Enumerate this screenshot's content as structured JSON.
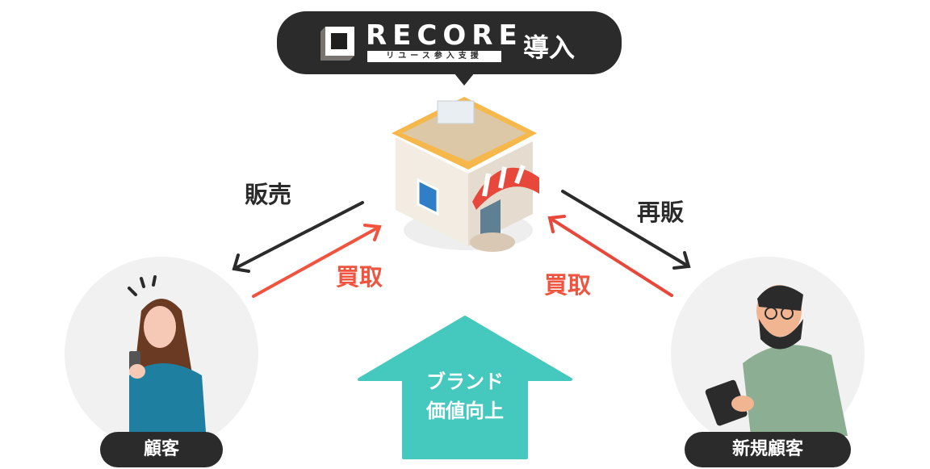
{
  "header": {
    "logo_text": "RECORE",
    "logo_subtitle": "リユース参入支援",
    "title": "導入"
  },
  "flows": {
    "sell": "販売",
    "buy_left": "買取",
    "resell": "再販",
    "buy_right": "買取"
  },
  "center_arrow": {
    "line1": "ブランド",
    "line2": "価値向上"
  },
  "customers": {
    "left": "顧客",
    "right": "新規顧客"
  },
  "colors": {
    "dark": "#2b2b2b",
    "red": "#f0533e",
    "teal": "#45c8be",
    "circle": "#f1f1f1"
  }
}
